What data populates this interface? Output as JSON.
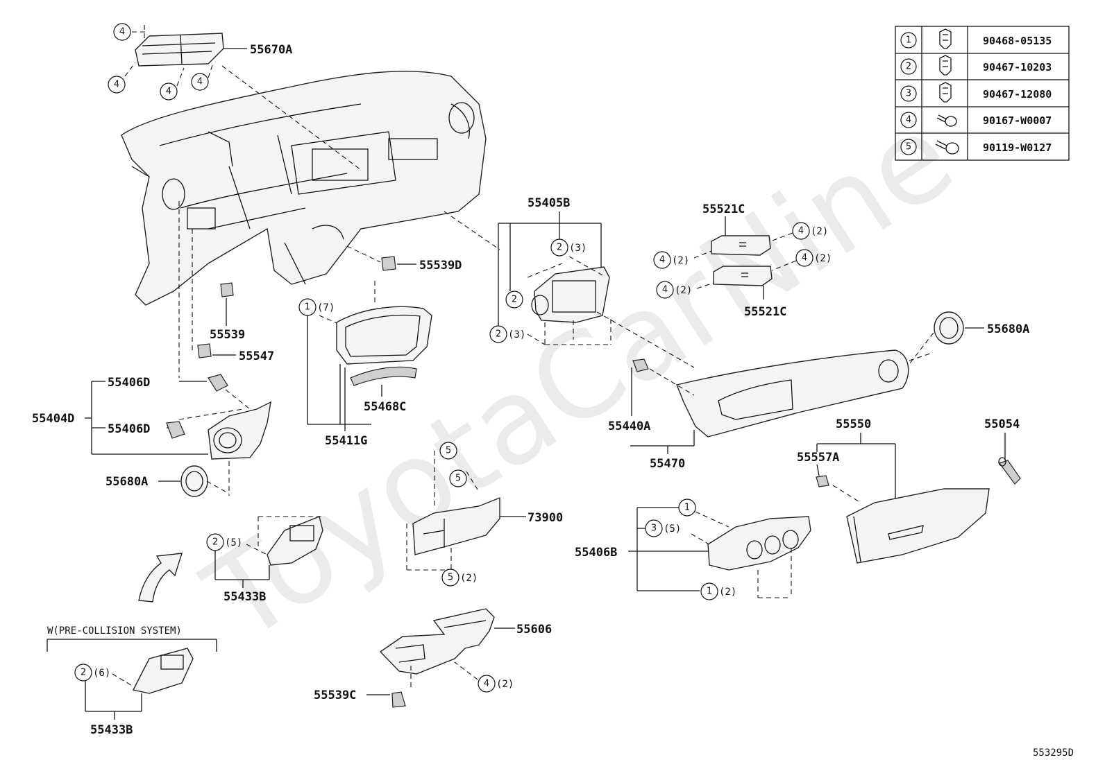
{
  "watermark": "ToyotaCarNine",
  "figure_code": "553295D",
  "condition_note": "W(PRE-COLLISION SYSTEM)",
  "legend": [
    {
      "no": "1",
      "part": "90468-05135",
      "icon": "clip-icon"
    },
    {
      "no": "2",
      "part": "90467-10203",
      "icon": "clip-icon"
    },
    {
      "no": "3",
      "part": "90467-12080",
      "icon": "clip-icon"
    },
    {
      "no": "4",
      "part": "90167-W0007",
      "icon": "screw-icon"
    },
    {
      "no": "5",
      "part": "90119-W0127",
      "icon": "bolt-icon"
    }
  ],
  "parts": {
    "p55670A": "55670A",
    "p55405B": "55405B",
    "p55521C_top": "55521C",
    "p55521C_bot": "55521C",
    "p55539D": "55539D",
    "p55539": "55539",
    "p55547": "55547",
    "p55406D_top": "55406D",
    "p55404D": "55404D",
    "p55406D_bot": "55406D",
    "p55680A_left": "55680A",
    "p55680A_right": "55680A",
    "p55468C": "55468C",
    "p55411G": "55411G",
    "p55440A": "55440A",
    "p55470": "55470",
    "p55550": "55550",
    "p55054": "55054",
    "p55557A": "55557A",
    "p73900": "73900",
    "p55406B": "55406B",
    "p55433B_mid": "55433B",
    "p55433B_bot": "55433B",
    "p55606": "55606",
    "p55539C": "55539C"
  },
  "callouts": {
    "c4_a": "4",
    "c4_b": "4",
    "c4_c": "4",
    "c4_d": "4",
    "c1_gauge": "1",
    "q1_gauge": "(7)",
    "c2_405a": "2",
    "q2_405a": "(3)",
    "c2_405b": "2",
    "c2_405c": "2",
    "q2_405c": "(3)",
    "c4_521a": "4",
    "q4_521a": "(2)",
    "c4_521b": "4",
    "q4_521b": "(2)",
    "c4_521c": "4",
    "q4_521c": "(2)",
    "c4_521d": "4",
    "q4_521d": "(2)",
    "c5_a": "5",
    "c5_b": "5",
    "c5_c": "5",
    "q5_c": "(2)",
    "c2_433": "2",
    "q2_433": "(5)",
    "c2_pcs": "2",
    "q2_pcs": "(6)",
    "c4_606": "4",
    "q4_606": "(2)",
    "c1_406b": "1",
    "c3_406b": "3",
    "q3_406b": "(5)",
    "c1_406b_b": "1",
    "q1_406b_b": "(2)"
  }
}
